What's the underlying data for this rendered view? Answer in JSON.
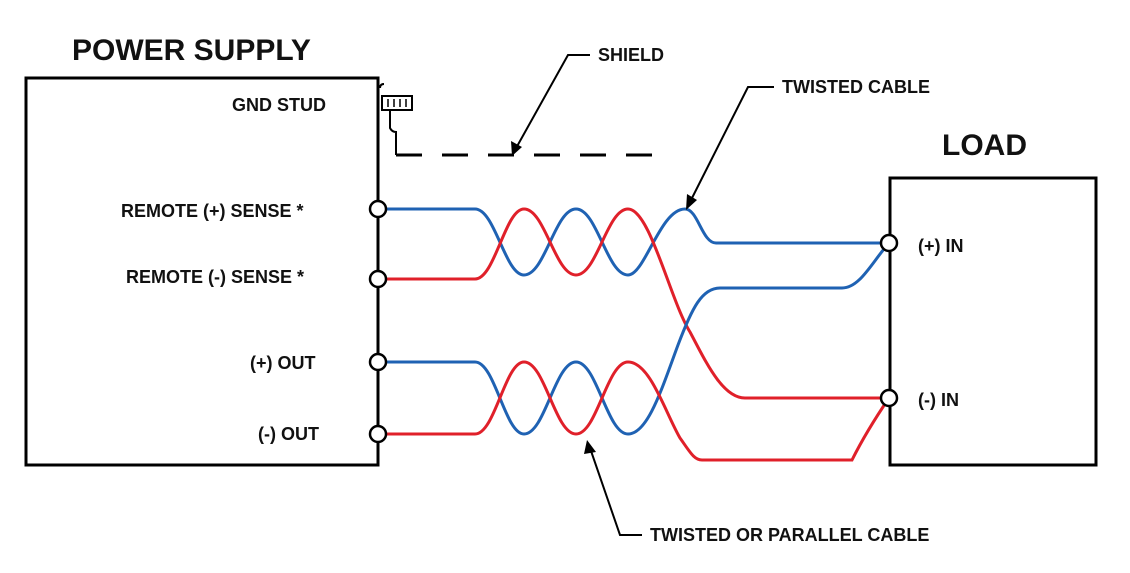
{
  "power_supply": {
    "title": "POWER SUPPLY",
    "gnd_stud": "GND STUD",
    "remote_plus_sense": "REMOTE (+) SENSE *",
    "remote_minus_sense": "REMOTE (-) SENSE *",
    "plus_out": "(+) OUT",
    "minus_out": "(-) OUT"
  },
  "load": {
    "title": "LOAD",
    "plus_in": "(+) IN",
    "minus_in": "(-) IN"
  },
  "callouts": {
    "shield": "SHIELD",
    "twisted_cable": "TWISTED CABLE",
    "twisted_or_parallel_cable": "TWISTED OR PARALLEL CABLE"
  },
  "colors": {
    "positive_wire": "#1f62b3",
    "negative_wire": "#e0202a"
  }
}
